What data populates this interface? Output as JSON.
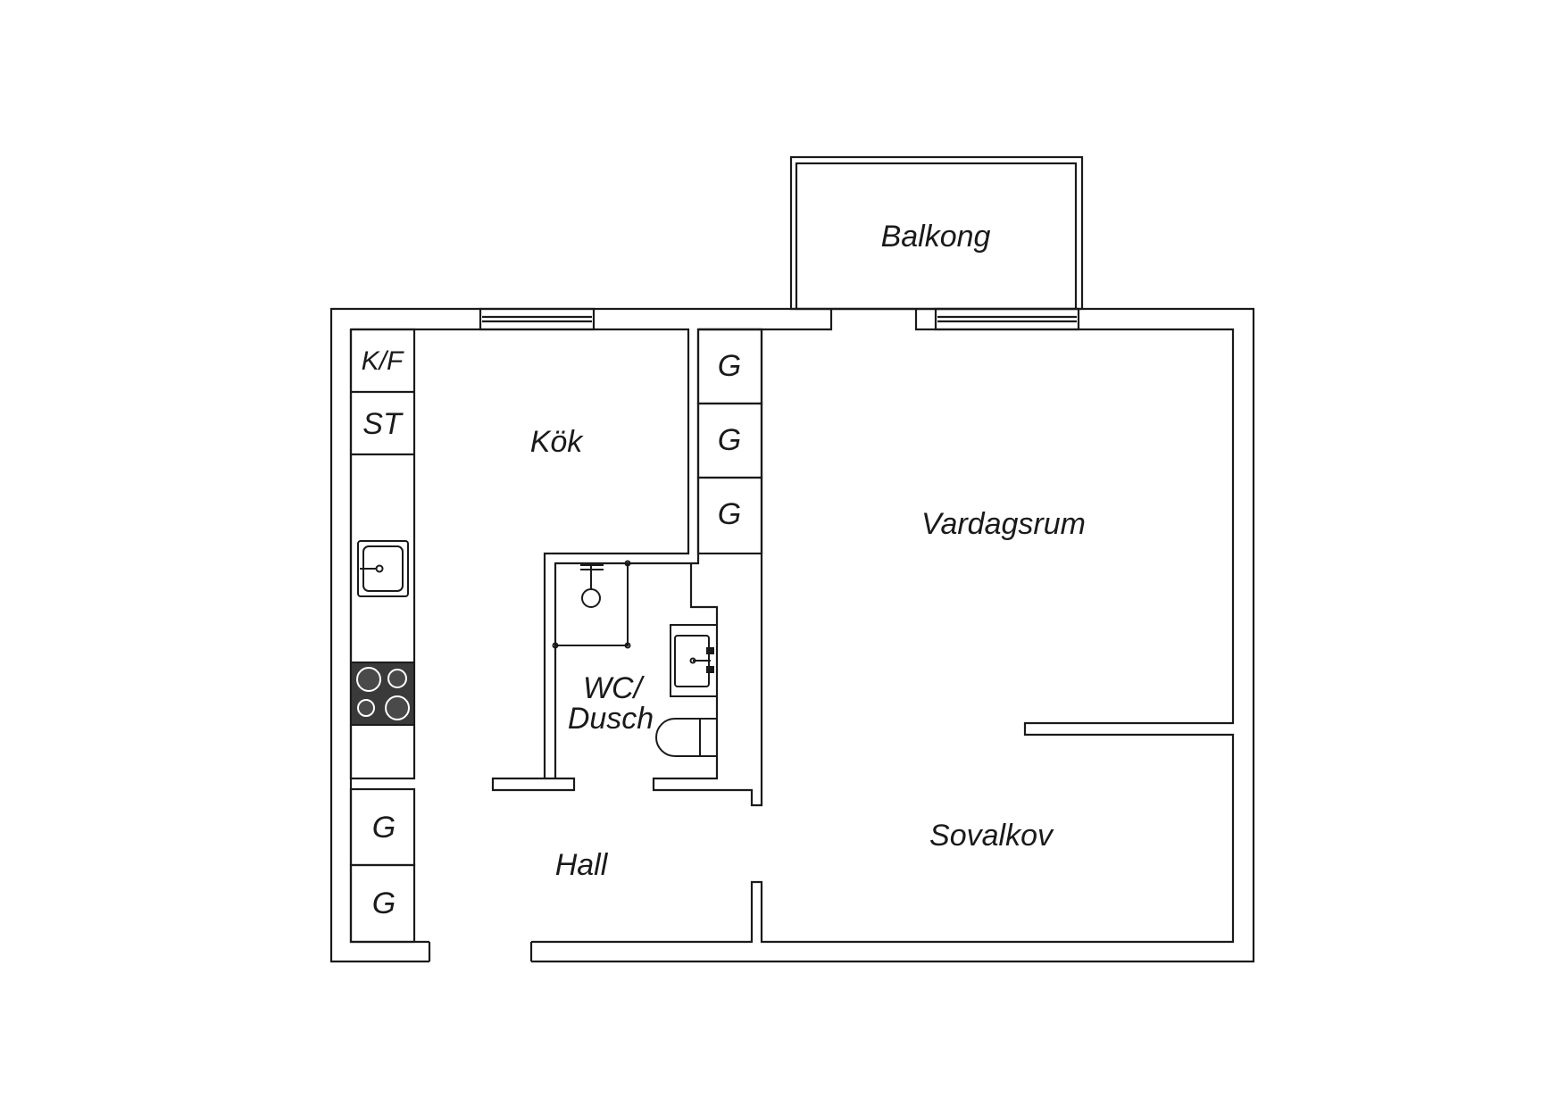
{
  "rooms": {
    "balcony": "Balkong",
    "kitchen": "Kök",
    "living": "Vardagsrum",
    "bath_line1": "WC/",
    "bath_line2": "Dusch",
    "hall": "Hall",
    "alcove": "Sovalkov"
  },
  "fixtures": {
    "fridge_freezer": "K/F",
    "cabinet_st": "ST",
    "wardrobe": "G"
  },
  "colors": {
    "line": "#1a1a1a",
    "stove": "#3a3a3a",
    "background": "#ffffff"
  }
}
